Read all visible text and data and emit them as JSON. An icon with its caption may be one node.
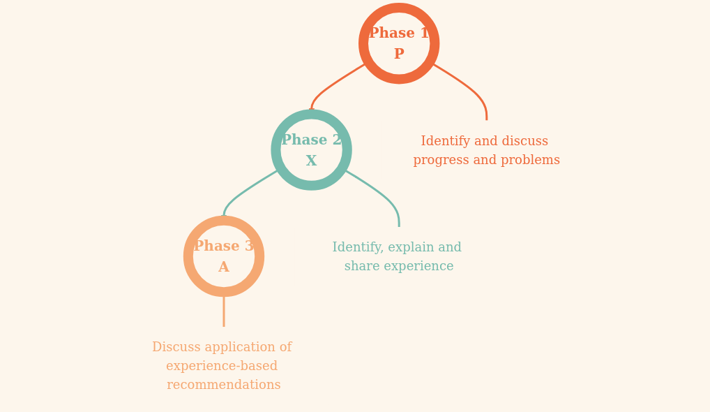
{
  "diagram": {
    "nodes": [
      {
        "text": [
          "Phase 1",
          "P"
        ]
      },
      {
        "text": [
          "Phase 2",
          "X"
        ]
      },
      {
        "text": [
          "Phase 3",
          "A"
        ]
      },
      {
        "text": [
          "Identify and discuss progress and problems"
        ]
      },
      {
        "text": [
          "Identify, explain and share experience"
        ]
      },
      {
        "text": [
          "Discuss application of experience-based recommendations"
        ]
      }
    ],
    "edges": [
      {
        "from": 0,
        "to": 1,
        "arrow": "to",
        "color": "#ee6a3c"
      },
      {
        "from": 1,
        "to": 2,
        "arrow": "to",
        "color": "#76bbad"
      },
      {
        "from": 0,
        "to": 3,
        "arrow": "none",
        "color": "#ee6a3c"
      },
      {
        "from": 1,
        "to": 4,
        "arrow": "none",
        "color": "#76bbad"
      },
      {
        "from": 2,
        "to": 5,
        "arrow": "none",
        "color": "#f5a872"
      }
    ]
  }
}
